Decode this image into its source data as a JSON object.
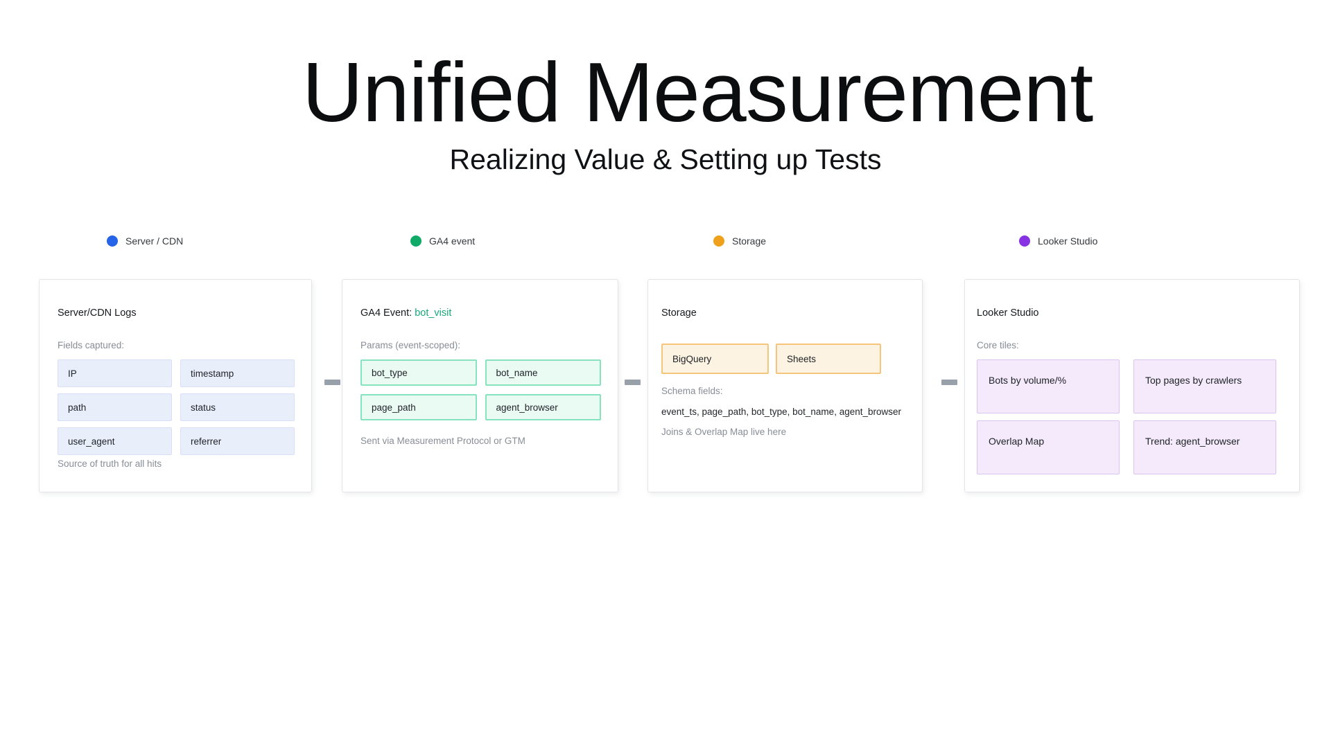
{
  "header": {
    "title": "Unified Measurement",
    "subtitle": "Realizing Value & Setting up Tests"
  },
  "legend": {
    "items": [
      {
        "label": "Server / CDN",
        "color": "#2563e8"
      },
      {
        "label": "GA4 event",
        "color": "#0fa968"
      },
      {
        "label": "Storage",
        "color": "#f0a11c"
      },
      {
        "label": "Looker Studio",
        "color": "#8733e3"
      }
    ]
  },
  "panels": {
    "server": {
      "title": "Server/CDN Logs",
      "subtitle": "Fields captured:",
      "chips": [
        "IP",
        "timestamp",
        "path",
        "status",
        "user_agent",
        "referrer"
      ],
      "footer": "Source of truth for all hits"
    },
    "ga4": {
      "title_prefix": "GA4 Event:",
      "event_name": "bot_visit",
      "event_color": "#17a87a",
      "subtitle": "Params (event-scoped):",
      "chips": [
        "bot_type",
        "bot_name",
        "page_path",
        "agent_browser"
      ],
      "footer": "Sent via Measurement Protocol or GTM"
    },
    "storage": {
      "title": "Storage",
      "chips": [
        "BigQuery",
        "Sheets"
      ],
      "schema_label": "Schema fields:",
      "schema_value": "event_ts, page_path, bot_type, bot_name, agent_browser",
      "footer": "Joins & Overlap Map live here"
    },
    "looker": {
      "title": "Looker Studio",
      "subtitle": "Core tiles:",
      "tiles": [
        "Bots by volume/%",
        "Top pages by crawlers",
        "Overlap Map",
        "Trend: agent_browser"
      ]
    }
  },
  "colors": {
    "card_border": "#e3e4e8",
    "connector": "#98a0aa",
    "chip_server_bg": "#e9eefb",
    "chip_server_border": "#d7dff7",
    "chip_ga4_bg": "#eafbf4",
    "chip_ga4_border": "#85e3bd",
    "chip_storage_bg": "#fdf3e2",
    "chip_storage_border": "#f6c57c",
    "tile_looker_bg": "#f4eafb",
    "tile_looker_border": "#d9c3f1"
  }
}
